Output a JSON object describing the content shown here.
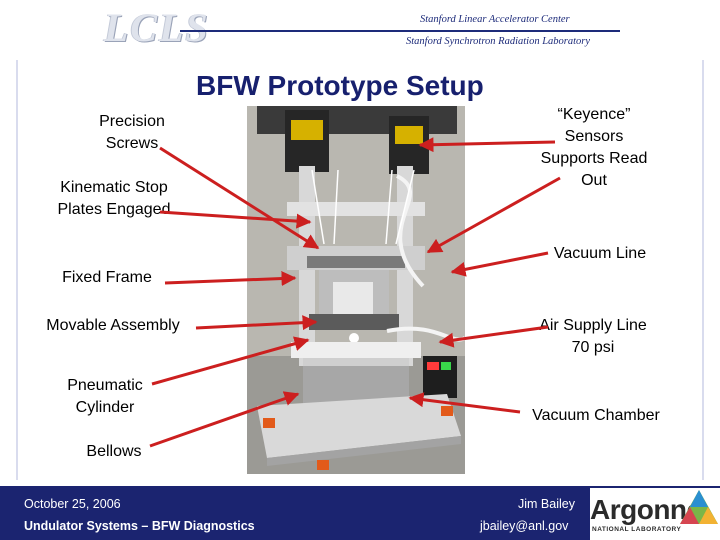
{
  "header": {
    "logo_text": "LCLS",
    "line1": "Stanford Linear Accelerator Center",
    "line2": "Stanford Synchrotron Radiation Laboratory"
  },
  "title": "BFW Prototype Setup",
  "labels": {
    "precision_screws": "Precision Screws",
    "kinematic_stop": "Kinematic Stop Plates Engaged",
    "fixed_frame": "Fixed Frame",
    "movable_assembly": "Movable Assembly",
    "pneumatic_cylinder": "Pneumatic Cylinder",
    "bellows": "Bellows",
    "keyence": "“Keyence” Sensors Supports Read Out",
    "vacuum_line": "Vacuum Line",
    "air_supply": "Air Supply Line 70 psi",
    "vacuum_chamber": "Vacuum Chamber"
  },
  "footer": {
    "date": "October 25, 2006",
    "program": "Undulator Systems – BFW Diagnostics",
    "presenter": "Jim Bailey",
    "email": "jbailey@anl.gov",
    "logo_word": "Argonne",
    "logo_sub": "NATIONAL LABORATORY"
  },
  "colors": {
    "title": "#17206e",
    "footer_bg": "#1b2470",
    "arrow": "#cc1f1f",
    "header_text": "#1d2b7a"
  }
}
